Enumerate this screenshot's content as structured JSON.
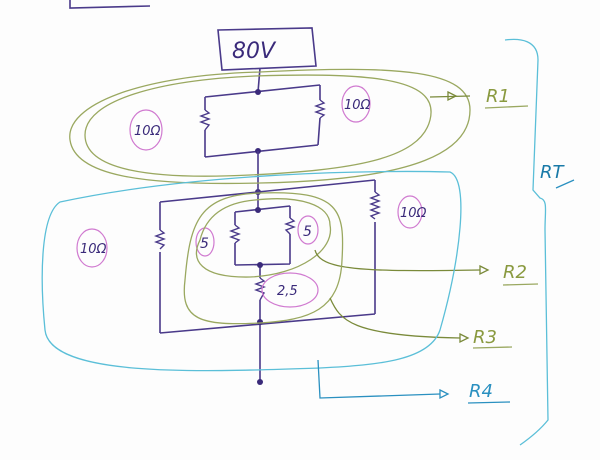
{
  "source": {
    "label": "80V"
  },
  "resistors": {
    "top_left": "10Ω",
    "top_right": "10Ω",
    "mid_left": "10Ω",
    "mid_right": "10Ω",
    "inner_left": "5",
    "inner_right": "5",
    "series": "2,5"
  },
  "groups": {
    "r1": "R1",
    "r2": "R2",
    "r3": "R3",
    "r4": "R4",
    "total": "RT"
  },
  "colors": {
    "wire": "#4a3a8a",
    "values": "#d07ad0",
    "group_green": "#9aa860",
    "group_cyan": "#5bbfd8"
  }
}
